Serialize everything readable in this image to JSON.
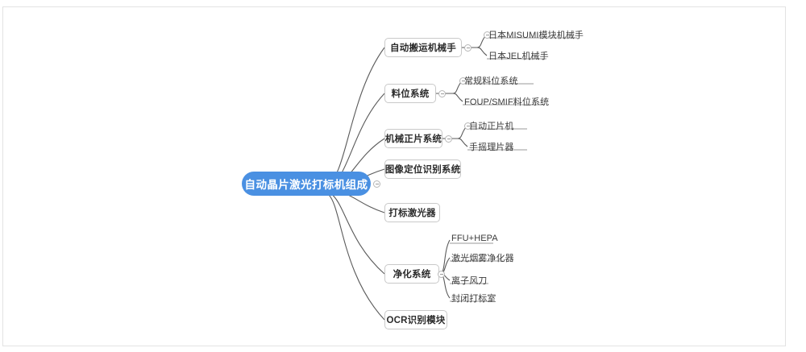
{
  "canvas": {
    "background": "#ffffff",
    "border_color": "#e3e3e3"
  },
  "colors": {
    "root_fill": "#4a90e2",
    "root_text": "#ffffff",
    "node_border": "#c9c9c9",
    "node_text": "#2b2b2b",
    "link_stroke": "#5a5a5a",
    "leaf_underline": "#9a9a9a",
    "toggle_border": "#b6b6b6"
  },
  "mindmap": {
    "root": {
      "label": "自动晶片激光打标机组成",
      "toggle": "collapse-minus"
    },
    "branches": [
      {
        "label": "自动搬运机械手",
        "toggle": "collapse-minus",
        "children": [
          {
            "label": "日本MISUMI模块机械手"
          },
          {
            "label": "日本JEL机械手"
          }
        ]
      },
      {
        "label": "料位系统",
        "toggle": "collapse-minus",
        "children": [
          {
            "label": "常规料位系统"
          },
          {
            "label": "FOUP/SMIF料位系统"
          }
        ]
      },
      {
        "label": "机械正片系统",
        "toggle": "collapse-minus",
        "children": [
          {
            "label": "自动正片机"
          },
          {
            "label": "手摇理片器"
          }
        ]
      },
      {
        "label": "图像定位识别系统",
        "toggle": null,
        "children": []
      },
      {
        "label": "打标激光器",
        "toggle": null,
        "children": []
      },
      {
        "label": "净化系统",
        "toggle": "collapse-minus",
        "children": [
          {
            "label": "FFU+HEPA"
          },
          {
            "label": "激光烟雾净化器"
          },
          {
            "label": "离子风刀"
          },
          {
            "label": "封闭打标室"
          }
        ]
      },
      {
        "label": "OCR识别模块",
        "toggle": null,
        "children": []
      }
    ]
  }
}
